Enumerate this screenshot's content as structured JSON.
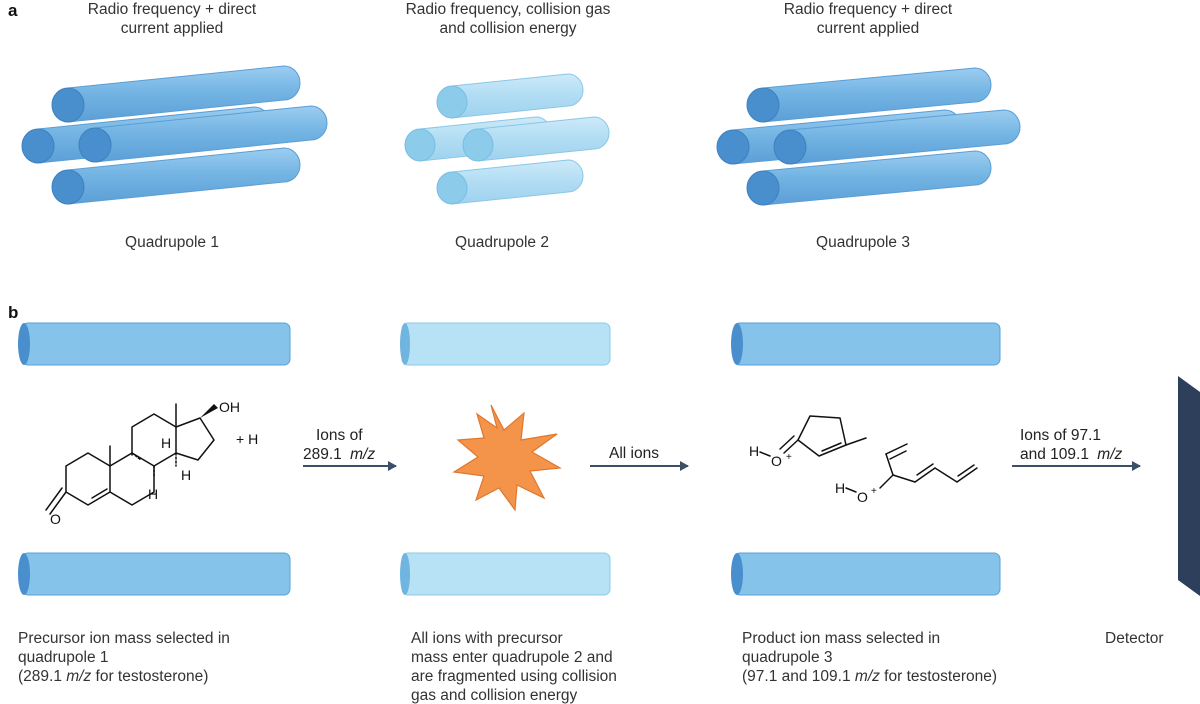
{
  "panel_a": {
    "letter": "a",
    "quadrupoles": [
      {
        "header_line1": "Radio frequency + direct",
        "header_line2": "current applied",
        "label": "Quadrupole 1"
      },
      {
        "header_line1": "Radio frequency, collision gas",
        "header_line2": "and collision energy",
        "label": "Quadrupole 2"
      },
      {
        "header_line1": "Radio frequency + direct",
        "header_line2": "current applied",
        "label": "Quadrupole 3"
      }
    ]
  },
  "panel_b": {
    "letter": "b",
    "arrows": [
      {
        "line1": "Ions of",
        "line2_num": "289.1",
        "line2_unit": "m/z"
      },
      {
        "line1": "All ions"
      },
      {
        "line1": "Ions of 97.1",
        "line2_pre": "and 109.1",
        "line2_unit": "m/z"
      }
    ],
    "molecules": {
      "precursor_oh": "OH",
      "precursor_plus_h": "+ H",
      "precursor_o": "O",
      "precursor_h": "H",
      "product_h": "H",
      "product_o": "O",
      "product_plus": "+"
    },
    "captions": {
      "q1": [
        "Precursor ion mass selected in",
        "quadrupole 1",
        "(289.1 ",
        "m/z",
        " for testosterone)"
      ],
      "q2": [
        "All ions with precursor",
        "mass enter quadrupole 2 and",
        "are fragmented using collision",
        "gas and collision energy"
      ],
      "q3": [
        "Product ion mass selected in",
        "quadrupole 3",
        "(97.1 and 109.1 ",
        "m/z",
        " for testosterone)"
      ],
      "detector": "Detector"
    }
  },
  "colors": {
    "rod_dark": "#72b3e3",
    "rod_dark_end": "#4a8fcd",
    "rod_light": "#b3e0f5",
    "rod_light_end": "#8ccbea",
    "arrow": "#3c4f68",
    "detector": "#2e3f5c",
    "burst": "#f4934a"
  }
}
